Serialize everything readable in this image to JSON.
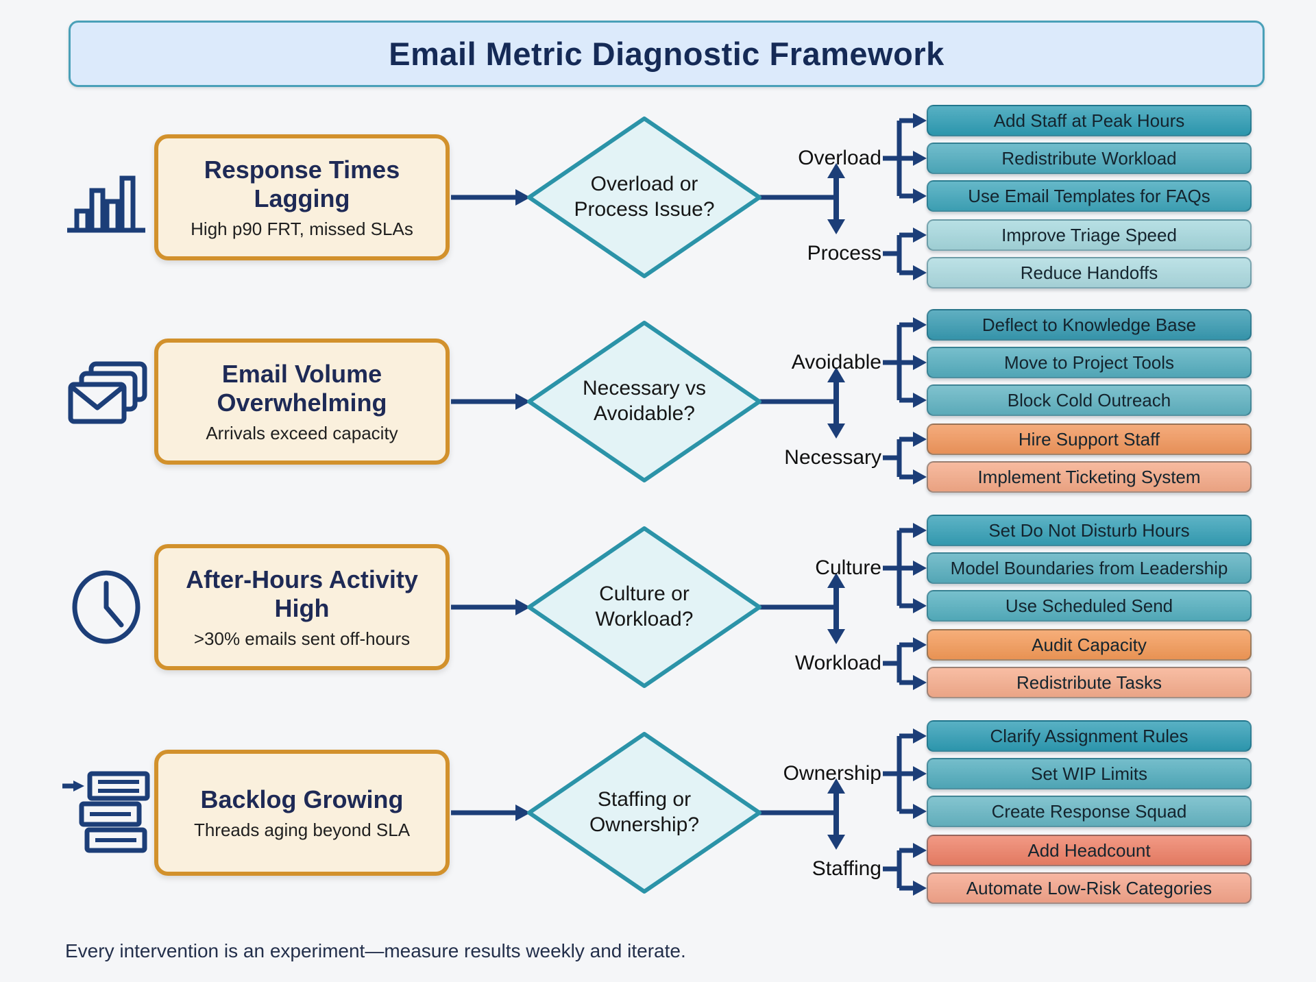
{
  "title": "Email Metric Diagnostic Framework",
  "footer": "Every intervention is an experiment—measure results weekly and iterate.",
  "palette": {
    "page_bg": "#f5f6f8",
    "title_fill": "#dceafb",
    "title_border": "#4aa0b8",
    "navy_text": "#152a56",
    "arrow": "#1c3e78",
    "diamond_fill": "#e3f3f6",
    "diamond_border": "#2b93a8",
    "problem_fill": "#faf0dd",
    "problem_border": "#d2912c"
  },
  "rows": [
    {
      "icon": "bar-chart-icon",
      "problem": {
        "title": "Response Times Lagging",
        "subtitle": "High p90 FRT, missed SLAs"
      },
      "decision": "Overload or Process Issue?",
      "branches": [
        {
          "label": "Overload",
          "actions": [
            {
              "label": "Add Staff at Peak Hours",
              "bg": "#2E9DB5"
            },
            {
              "label": "Redistribute Workload",
              "bg": "#4EACBF"
            },
            {
              "label": "Use Email Templates for FAQs",
              "bg": "#3FA6BB"
            }
          ]
        },
        {
          "label": "Process",
          "actions": [
            {
              "label": "Improve Triage Speed",
              "bg": "#A6D8DE"
            },
            {
              "label": "Reduce Handoffs",
              "bg": "#ACDAE0"
            }
          ]
        }
      ]
    },
    {
      "icon": "stacked-emails-icon",
      "problem": {
        "title": "Email Volume Overwhelming",
        "subtitle": "Arrivals exceed capacity"
      },
      "decision": "Necessary vs Avoidable?",
      "branches": [
        {
          "label": "Avoidable",
          "actions": [
            {
              "label": "Deflect to Knowledge Base",
              "bg": "#389BB2"
            },
            {
              "label": "Move to Project Tools",
              "bg": "#55AEBF"
            },
            {
              "label": "Block Cold Outreach",
              "bg": "#60B3C2"
            }
          ]
        },
        {
          "label": "Necessary",
          "actions": [
            {
              "label": "Hire Support Staff",
              "bg": "#F2975C"
            },
            {
              "label": "Implement Ticketing System",
              "bg": "#F5AA88"
            }
          ]
        }
      ]
    },
    {
      "icon": "clock-icon",
      "problem": {
        "title": "After-Hours Activity High",
        "subtitle": ">30% emails sent off-hours"
      },
      "decision": "Culture or Workload?",
      "branches": [
        {
          "label": "Culture",
          "actions": [
            {
              "label": "Set Do Not Disturb Hours",
              "bg": "#35A0B7"
            },
            {
              "label": "Model Boundaries from Leadership",
              "bg": "#58AFBF"
            },
            {
              "label": "Use Scheduled Send",
              "bg": "#55B0C0"
            }
          ]
        },
        {
          "label": "Workload",
          "actions": [
            {
              "label": "Audit Capacity",
              "bg": "#F49A58"
            },
            {
              "label": "Redistribute Tasks",
              "bg": "#F6AD8D"
            }
          ]
        }
      ]
    },
    {
      "icon": "backlog-queue-icon",
      "problem": {
        "title": "Backlog Growing",
        "subtitle": "Threads aging beyond SLA"
      },
      "decision": "Staffing or Ownership?",
      "branches": [
        {
          "label": "Ownership",
          "actions": [
            {
              "label": "Clarify Assignment Rules",
              "bg": "#2F9DB5"
            },
            {
              "label": "Set WIP Limits",
              "bg": "#52ADBE"
            },
            {
              "label": "Create Response Squad",
              "bg": "#66B6C4"
            }
          ]
        },
        {
          "label": "Staffing",
          "actions": [
            {
              "label": "Add Headcount",
              "bg": "#EE8066"
            },
            {
              "label": "Automate Low-Risk Categories",
              "bg": "#F5A58B"
            }
          ]
        }
      ]
    }
  ]
}
